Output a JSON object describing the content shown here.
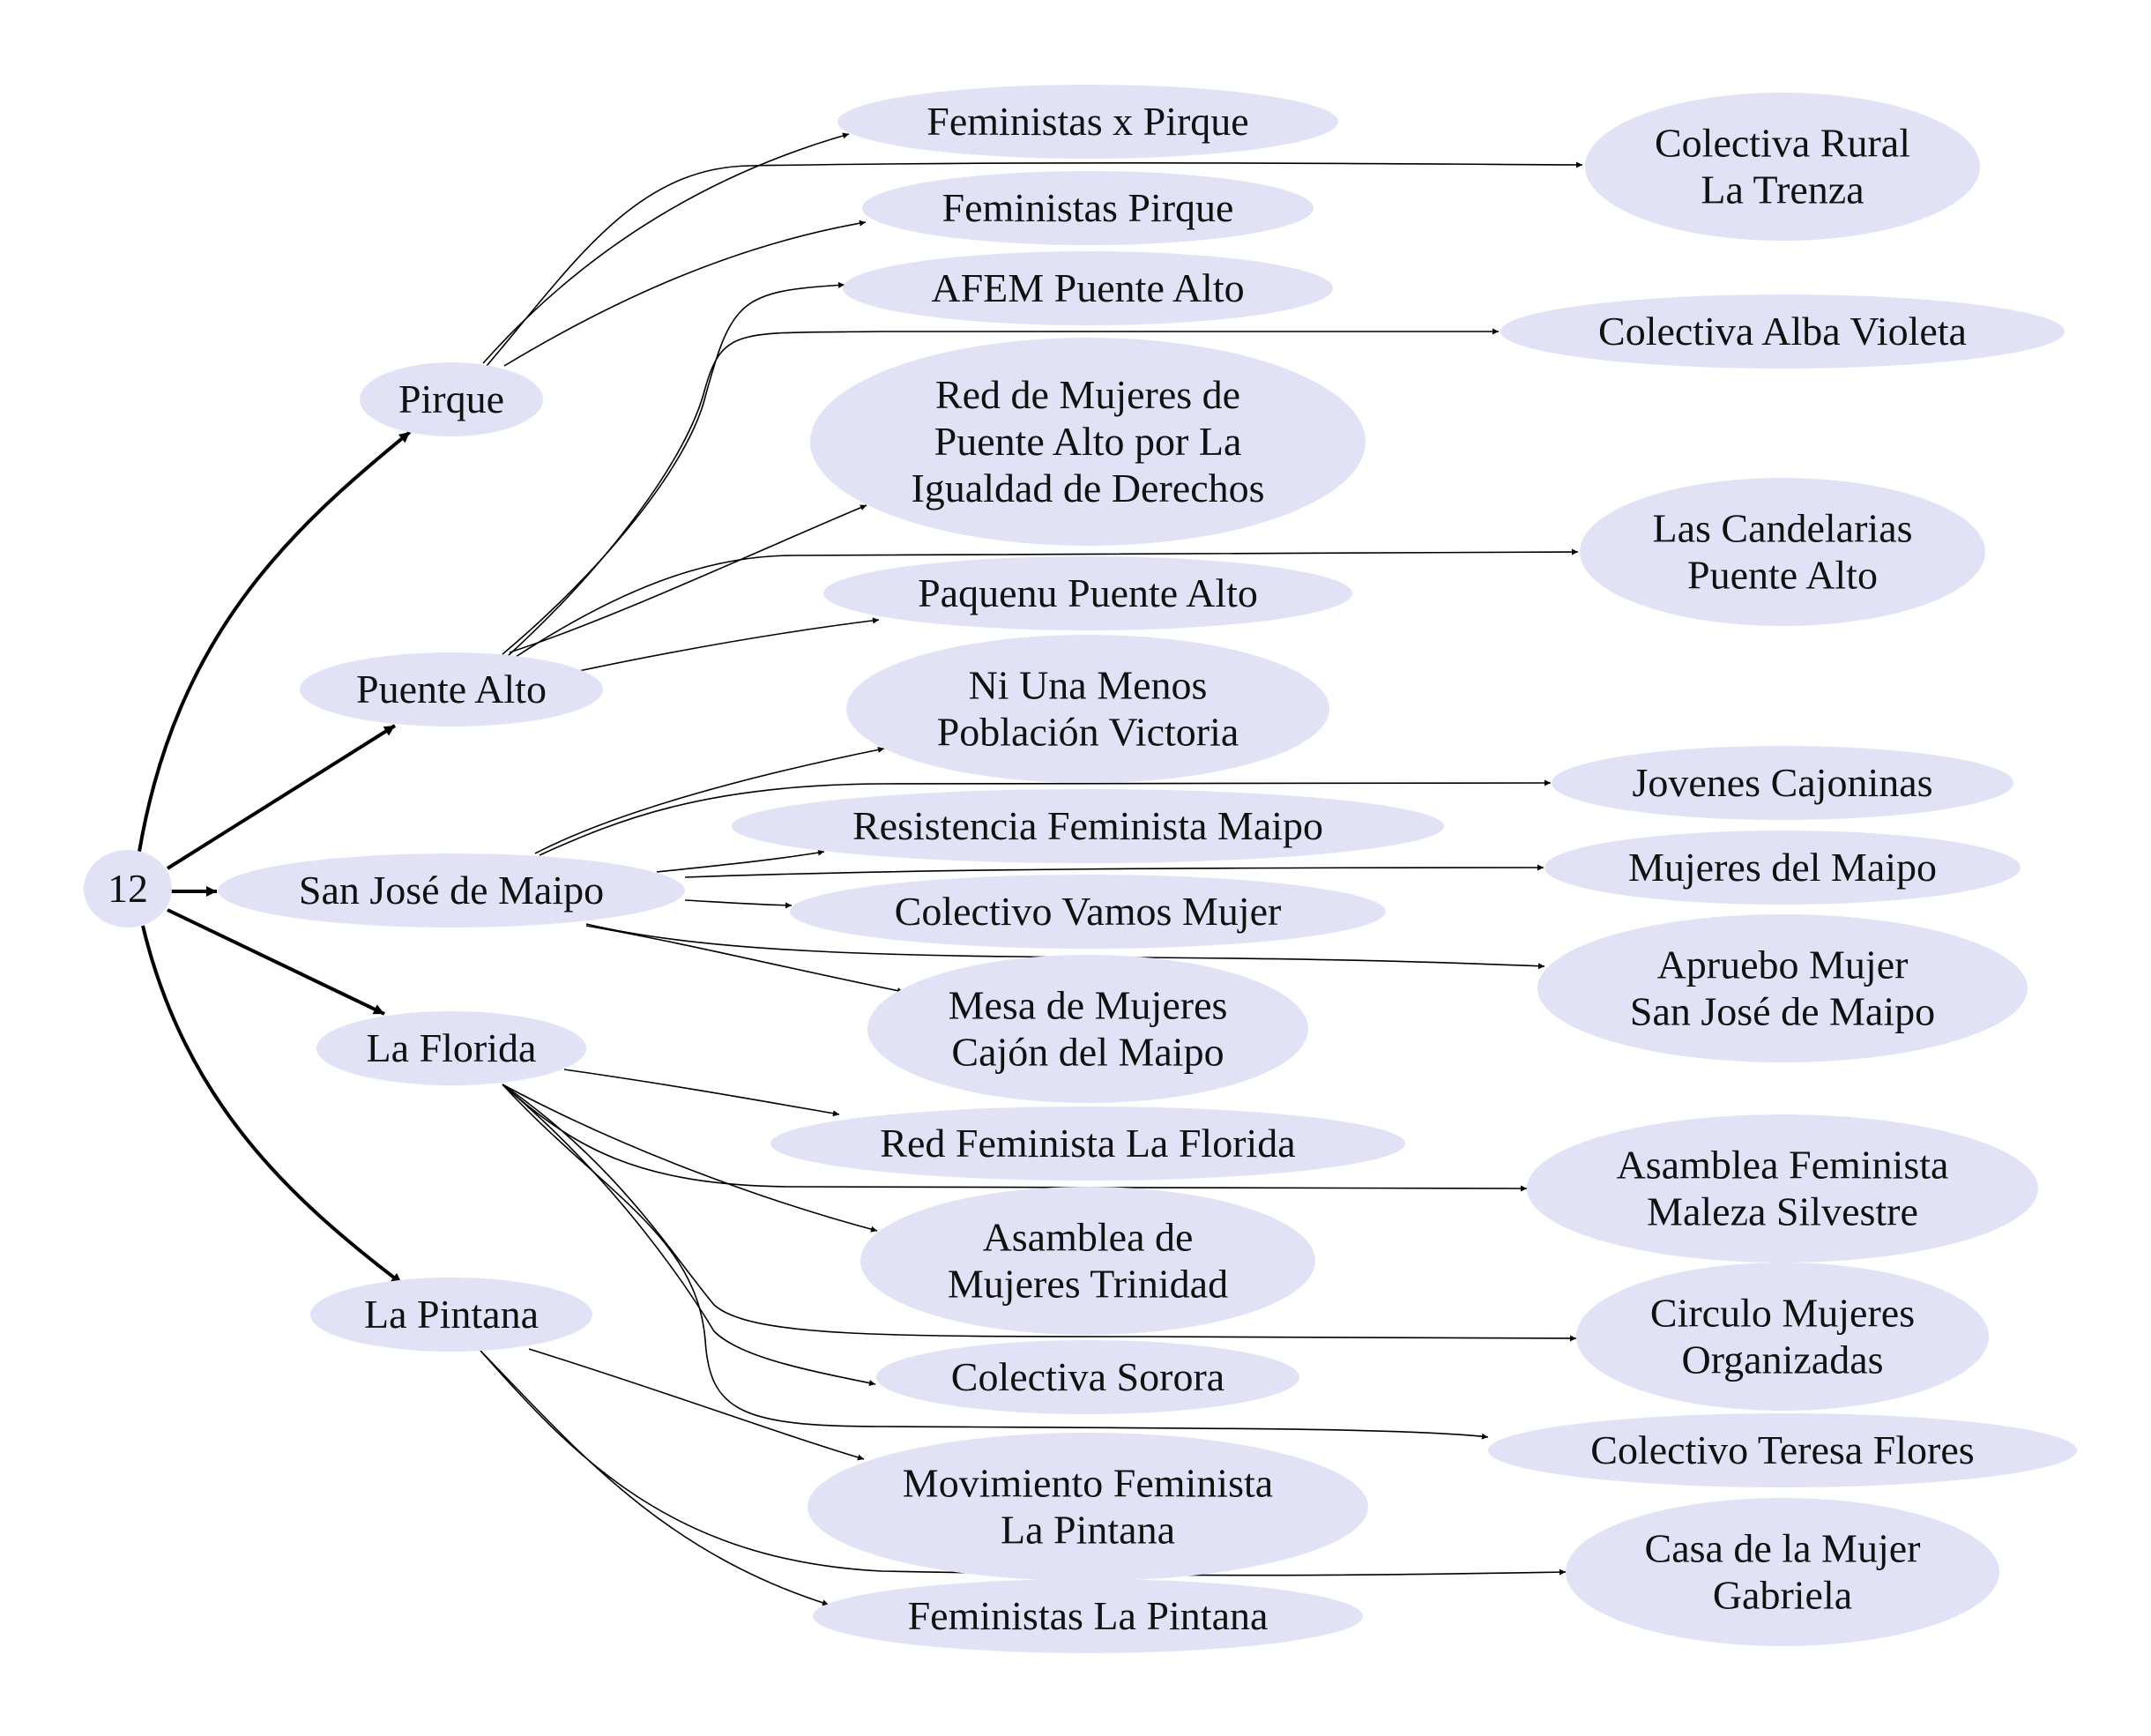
{
  "diagram": {
    "type": "tree",
    "root": {
      "id": "root",
      "label": [
        "12"
      ]
    },
    "municipalities": [
      {
        "id": "pirque",
        "label": [
          "Pirque"
        ]
      },
      {
        "id": "puente_alto",
        "label": [
          "Puente Alto"
        ]
      },
      {
        "id": "san_jose",
        "label": [
          "San José de Maipo"
        ]
      },
      {
        "id": "la_florida",
        "label": [
          "La Florida"
        ]
      },
      {
        "id": "la_pintana",
        "label": [
          "La Pintana"
        ]
      }
    ],
    "organizations": [
      {
        "id": "o1",
        "parent": "pirque",
        "label": [
          "Feministas x Pirque"
        ]
      },
      {
        "id": "o2",
        "parent": "pirque",
        "label": [
          "Colectiva Rural",
          "La Trenza"
        ]
      },
      {
        "id": "o3",
        "parent": "pirque",
        "label": [
          "Feministas Pirque"
        ]
      },
      {
        "id": "o4",
        "parent": "puente_alto",
        "label": [
          "AFEM Puente Alto"
        ]
      },
      {
        "id": "o5",
        "parent": "puente_alto",
        "label": [
          "Colectiva Alba Violeta"
        ]
      },
      {
        "id": "o6",
        "parent": "puente_alto",
        "label": [
          "Red de Mujeres de",
          "Puente Alto por La",
          "Igualdad de Derechos"
        ]
      },
      {
        "id": "o7",
        "parent": "puente_alto",
        "label": [
          "Las Candelarias",
          "Puente Alto"
        ]
      },
      {
        "id": "o8",
        "parent": "puente_alto",
        "label": [
          "Paquenu Puente Alto"
        ]
      },
      {
        "id": "o9",
        "parent": "san_jose",
        "label": [
          "Ni Una Menos",
          "Población Victoria"
        ]
      },
      {
        "id": "o10",
        "parent": "san_jose",
        "label": [
          "Jovenes Cajoninas"
        ]
      },
      {
        "id": "o11",
        "parent": "san_jose",
        "label": [
          "Resistencia Feminista Maipo"
        ]
      },
      {
        "id": "o12",
        "parent": "san_jose",
        "label": [
          "Mujeres del Maipo"
        ]
      },
      {
        "id": "o13",
        "parent": "san_jose",
        "label": [
          "Colectivo Vamos Mujer"
        ]
      },
      {
        "id": "o14",
        "parent": "san_jose",
        "label": [
          "Apruebo Mujer",
          "San José de Maipo"
        ]
      },
      {
        "id": "o15",
        "parent": "san_jose",
        "label": [
          "Mesa de Mujeres",
          "Cajón del Maipo"
        ]
      },
      {
        "id": "o16",
        "parent": "la_florida",
        "label": [
          "Red Feminista La Florida"
        ]
      },
      {
        "id": "o17",
        "parent": "la_florida",
        "label": [
          "Asamblea Feminista",
          "Maleza Silvestre"
        ]
      },
      {
        "id": "o18",
        "parent": "la_florida",
        "label": [
          "Asamblea de",
          "Mujeres Trinidad"
        ]
      },
      {
        "id": "o19",
        "parent": "la_florida",
        "label": [
          "Circulo Mujeres",
          "Organizadas"
        ]
      },
      {
        "id": "o20",
        "parent": "la_florida",
        "label": [
          "Colectiva Sorora"
        ]
      },
      {
        "id": "o21",
        "parent": "la_florida",
        "label": [
          "Colectivo Teresa Flores"
        ]
      },
      {
        "id": "o22",
        "parent": "la_pintana",
        "label": [
          "Movimiento Feminista",
          "La Pintana"
        ]
      },
      {
        "id": "o23",
        "parent": "la_pintana",
        "label": [
          "Casa de la Mujer",
          "Gabriela"
        ]
      },
      {
        "id": "o24",
        "parent": "la_pintana",
        "label": [
          "Feministas La Pintana"
        ]
      }
    ],
    "colors": {
      "node_fill": "#e2e2f6",
      "edge": "#000000",
      "text": "#111111"
    }
  }
}
